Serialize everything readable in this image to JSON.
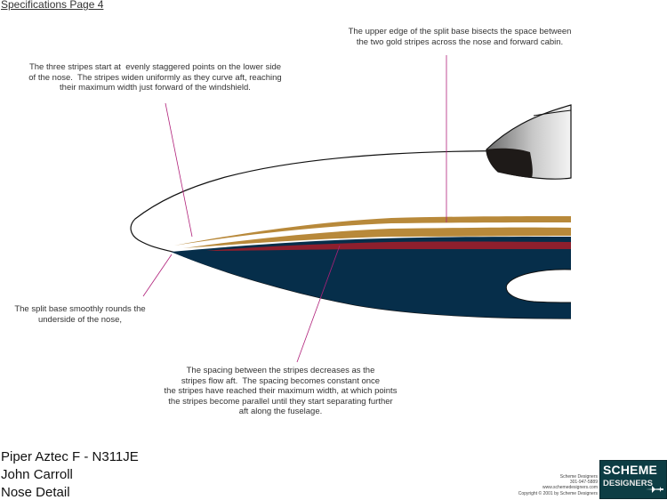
{
  "header": {
    "title": "Specifications Page 4"
  },
  "notes": {
    "split_edge": "The upper edge of the split base bisects the space between\nthe two gold stripes across the nose and forward cabin.",
    "three_stripes": "The three stripes start at  evenly staggered points on the lower side\nof the nose.  The stripes widen uniformly as they curve aft, reaching\ntheir maximum width just forward of the windshield.",
    "split_base": "The split base smoothly rounds the\nunderside of the nose,",
    "spacing": "The spacing between the stripes decreases as the\nstripes flow aft.  The spacing becomes constant once\nthe stripes have reached their maximum width, at which points\nthe stripes become parallel until they start separating further\naft along the fuselage."
  },
  "caption": {
    "line1": "Piper Aztec F - N311JE",
    "line2": "John Carroll",
    "line3": "Nose Detail"
  },
  "credit": {
    "company": "Scheme Designers",
    "phone": "301-947-5889",
    "website": "www.schemedesigners.com",
    "copyright": "Copyright © 2001 by Scheme Designers"
  },
  "logo": {
    "line1": "SCHEME",
    "line2": "DESIGNERS"
  },
  "colors": {
    "navy": "#062e4a",
    "gold": "#b8893a",
    "maroon": "#8e1f2d",
    "leader": "#b0207a"
  }
}
